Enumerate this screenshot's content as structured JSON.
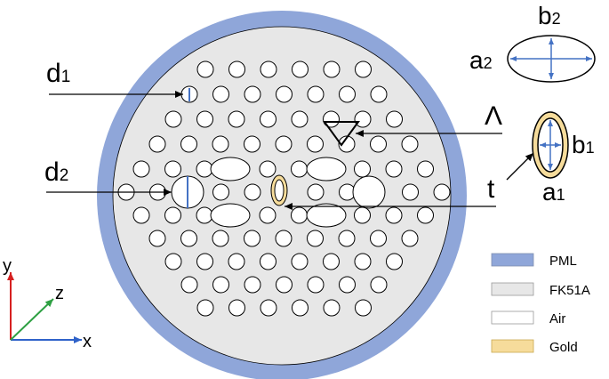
{
  "colors": {
    "pml": "#8FA6D9",
    "fk51a": "#E7E7E7",
    "air": "#FFFFFF",
    "gold": "#F6DC9B",
    "arrow_blue": "#4472C4",
    "axis_x": "#2F62C9",
    "axis_y": "#D62020",
    "axis_z": "#2EA043"
  },
  "labels": {
    "d1": {
      "base": "d",
      "sub": "1"
    },
    "d2": {
      "base": "d",
      "sub": "2"
    },
    "lambda": "Λ",
    "t": "t",
    "a1": {
      "base": "a",
      "sub": "1"
    },
    "b1": {
      "base": "b",
      "sub": "1"
    },
    "a2": {
      "base": "a",
      "sub": "2"
    },
    "b2": {
      "base": "b",
      "sub": "2"
    }
  },
  "axes": {
    "x": "x",
    "y": "y",
    "z": "z"
  },
  "legend": [
    {
      "label": "PML",
      "color": "#8FA6D9"
    },
    {
      "label": "FK51A",
      "color": "#E7E7E7"
    },
    {
      "label": "Air",
      "color": "#FFFFFF"
    },
    {
      "label": "Gold",
      "color": "#F6DC9B"
    }
  ]
}
